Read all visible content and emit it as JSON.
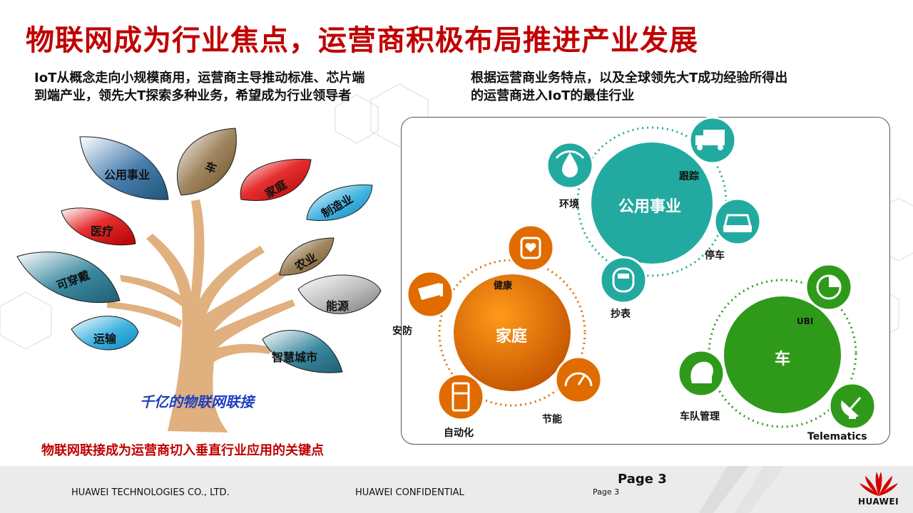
{
  "slide": {
    "title": "物联网成为行业焦点，运营商积极布局推进产业发展",
    "left_subtitle_line1": "IoT从概念走向小规模商用，运营商主导推动标准、芯片端",
    "left_subtitle_line2": "到端产业，领先大T探索多种业务，希望成为行业领导者",
    "right_subtitle_line1": "根据运营商业务特点，以及全球领先大T成功经验所得出",
    "right_subtitle_line2": "的运营商进入IoT的最佳行业"
  },
  "tree": {
    "leaves": {
      "public_utilities": "公用事业",
      "car": "车",
      "home": "家庭",
      "manufacturing": "制造业",
      "medical": "医疗",
      "agriculture": "农业",
      "wearable": "可穿戴",
      "energy": "能源",
      "transport": "运输",
      "smart_city": "智慧城市"
    },
    "caption": "千亿的物联网联接",
    "bottom_note": "物联网联接成为运营商切入垂直行业应用的关键点"
  },
  "diagram": {
    "hubs": {
      "public_utilities": "公用事业",
      "home": "家庭",
      "car": "车"
    },
    "nodes": {
      "tracking": "跟踪",
      "environment": "环境",
      "parking": "停车",
      "meter_reading": "抄表",
      "health": "健康",
      "security": "安防",
      "automation": "自动化",
      "energy_saving": "节能",
      "ubi": "UBI",
      "fleet": "车队管理",
      "telematics": "Telematics"
    },
    "colors": {
      "public_utilities": "#22aaa0",
      "home": "#e06c00",
      "car": "#2f9a1a"
    }
  },
  "footer": {
    "company": "HUAWEI TECHNOLOGIES CO., LTD.",
    "confidential": "HUAWEI CONFIDENTIAL",
    "page_small": "Page 3",
    "page_big": "Page 3",
    "logo_text": "HUAWEI"
  },
  "icons": [
    "water-cycle-icon",
    "truck-icon",
    "car-front-icon",
    "meter-icon",
    "watch-icon",
    "camera-icon",
    "fridge-icon",
    "gauge-icon",
    "pie-chart-icon",
    "driver-head-icon",
    "satellite-dish-icon",
    "huawei-logo-icon"
  ]
}
